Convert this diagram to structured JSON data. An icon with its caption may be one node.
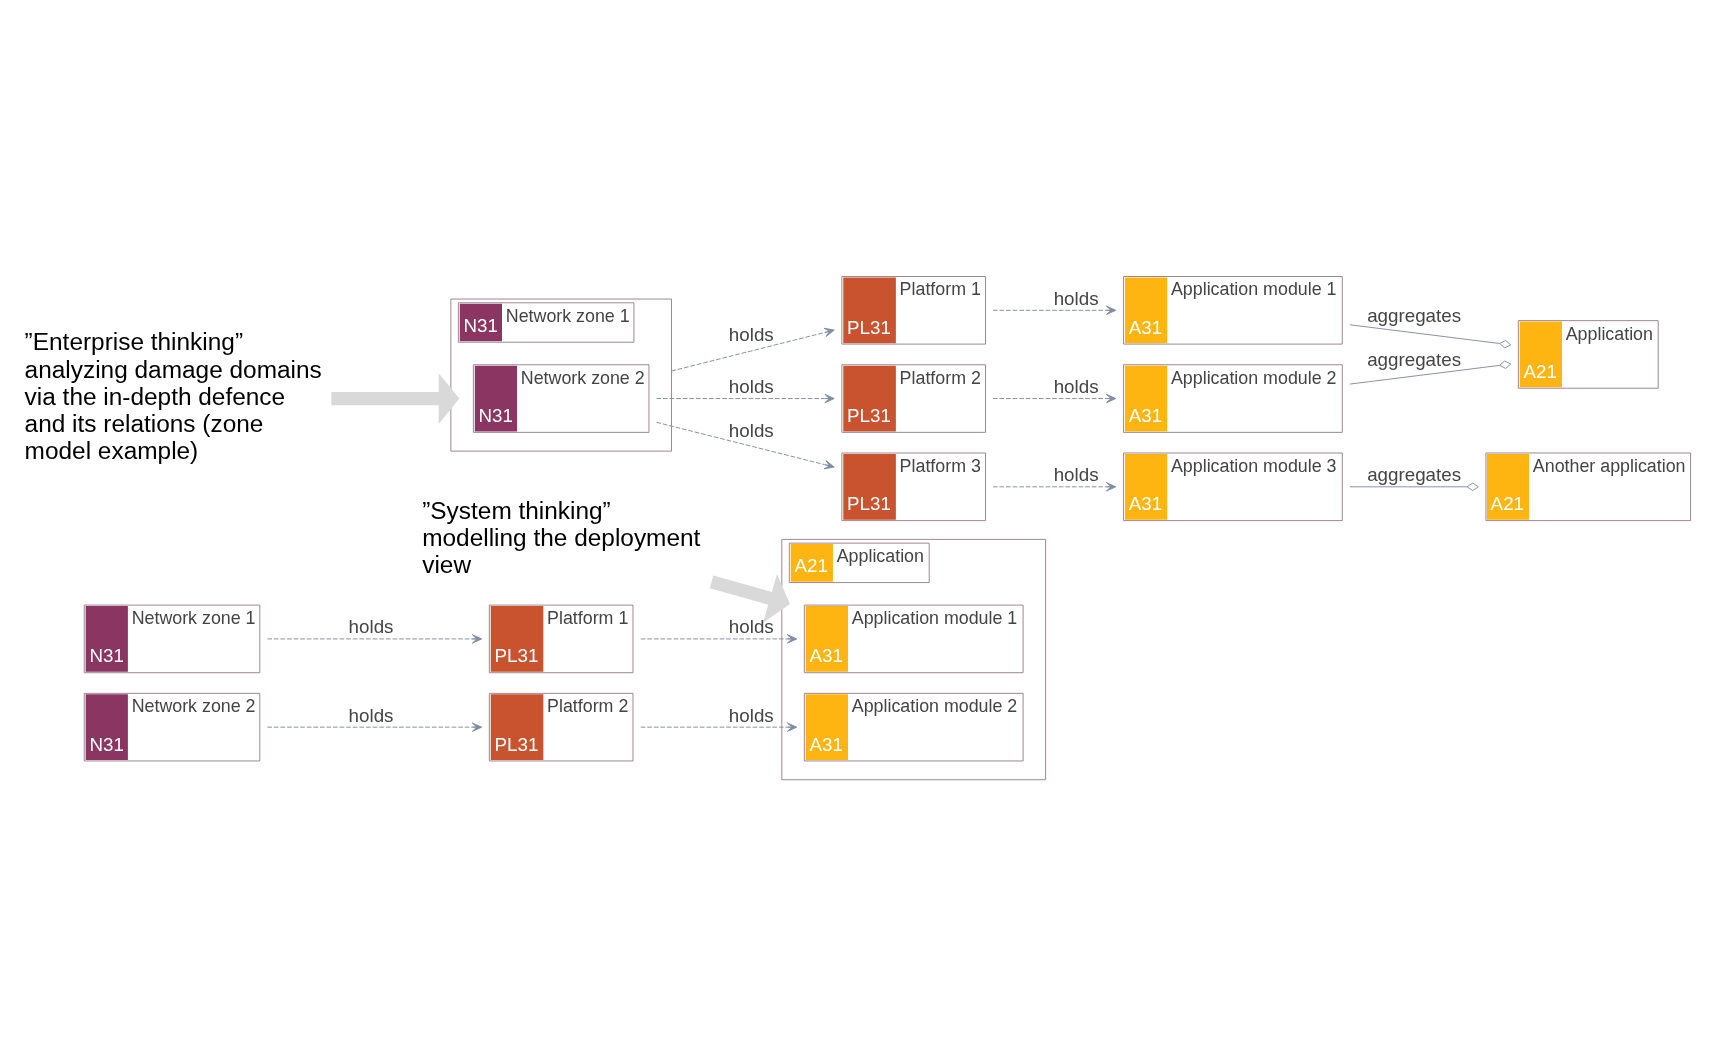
{
  "diagram": {
    "nodes": [
      {
        "text": [
          "”System thinking” modelling the deployment view"
        ]
      },
      {
        "text": [
          "”Enterprise thinking” analyzing damage domains via the in-depth defence and its relations (zone model example)"
        ]
      },
      {
        "text": [
          "Application",
          "A21"
        ]
      },
      {
        "text": [
          "Application module 1",
          "A31"
        ],
        "in": 2
      },
      {
        "text": [
          "Application module 2",
          "A31"
        ],
        "in": 2
      },
      {
        "text": [
          "Platform 1",
          "PL31"
        ]
      },
      {
        "text": [
          "Platform 2",
          "PL31"
        ]
      },
      {
        "text": [
          "Network zone 1",
          "N31"
        ]
      },
      {
        "text": [
          "Network zone 2",
          "N31"
        ]
      },
      {
        "text": [
          "Network zone 1",
          "N31"
        ]
      },
      {
        "text": [
          "Network zone 2",
          "N31"
        ],
        "in": 9
      },
      {
        "text": [
          "Platform 1",
          "PL31"
        ]
      },
      {
        "text": [
          "Platform 2",
          "PL31"
        ]
      },
      {
        "text": [
          "Platform 3",
          "PL31"
        ]
      },
      {
        "text": [
          "Application module 1",
          "A31"
        ]
      },
      {
        "text": [
          "Application module 2",
          "A31"
        ]
      },
      {
        "text": [
          "Application module 3",
          "A31"
        ]
      },
      {
        "text": [
          "Application",
          "A21"
        ]
      },
      {
        "text": [
          "Another application",
          "A21"
        ]
      }
    ],
    "edges": [
      {
        "from": 0,
        "to": 2,
        "arrow": "to",
        "style": "thick",
        "color": "#d9d9d9"
      },
      {
        "from": 1,
        "to": 9,
        "arrow": "to",
        "style": "thick",
        "color": "#d9d9d9"
      },
      {
        "from": 5,
        "to": 3,
        "arrow": "to",
        "style": "dashed",
        "label": "holds"
      },
      {
        "from": 6,
        "to": 4,
        "arrow": "to",
        "style": "dashed",
        "label": "holds"
      },
      {
        "from": 7,
        "to": 5,
        "arrow": "to",
        "style": "dashed",
        "label": "holds"
      },
      {
        "from": 8,
        "to": 6,
        "arrow": "to",
        "style": "dashed",
        "label": "holds"
      },
      {
        "from": 9,
        "to": 11,
        "arrow": "to",
        "style": "dashed",
        "label": "holds"
      },
      {
        "from": 10,
        "to": 12,
        "arrow": "to",
        "style": "dashed",
        "label": "holds"
      },
      {
        "from": 10,
        "to": 13,
        "arrow": "to",
        "style": "dashed",
        "label": "holds"
      },
      {
        "from": 11,
        "to": 14,
        "arrow": "to",
        "style": "dashed",
        "label": "holds"
      },
      {
        "from": 12,
        "to": 15,
        "arrow": "to",
        "style": "dashed",
        "label": "holds"
      },
      {
        "from": 13,
        "to": 16,
        "arrow": "to",
        "style": "dashed",
        "label": "holds"
      },
      {
        "from": 14,
        "to": 17,
        "arrow": "other",
        "label": "aggregates"
      },
      {
        "from": 15,
        "to": 17,
        "arrow": "other",
        "label": "aggregates"
      },
      {
        "from": 16,
        "to": 18,
        "arrow": "other",
        "label": "aggregates"
      }
    ]
  }
}
